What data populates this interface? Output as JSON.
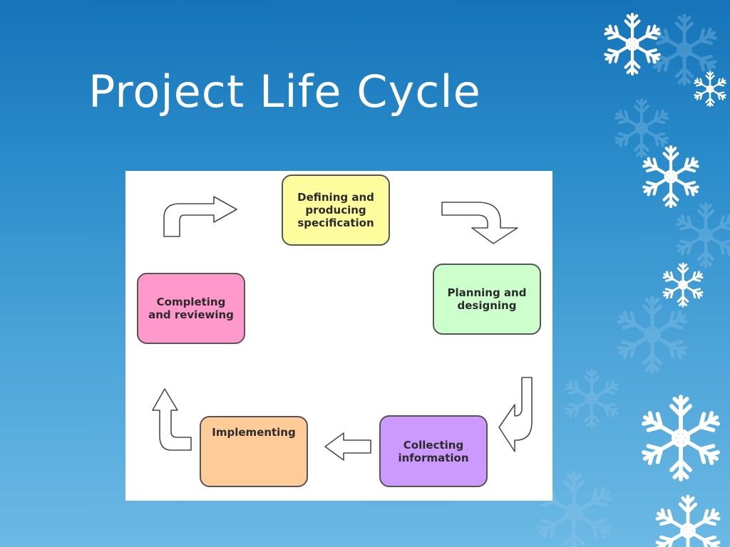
{
  "slide": {
    "title": "Project Life Cycle"
  },
  "diagram": {
    "stages": [
      {
        "id": "defining",
        "label": "Defining and\nproducing\nspecification",
        "color": "#fdfd9e"
      },
      {
        "id": "planning",
        "label": "Planning and\ndesigning",
        "color": "#ccffcc"
      },
      {
        "id": "collecting",
        "label": "Collecting\ninformation",
        "color": "#cc99ff"
      },
      {
        "id": "implementing",
        "label": "Implementing",
        "color": "#ffcc99"
      },
      {
        "id": "completing",
        "label": "Completing\nand reviewing",
        "color": "#ff99cc"
      }
    ]
  },
  "theme": {
    "background_top": "#1673b8",
    "background_bottom": "#6bb9e4",
    "title_color": "#ffffff",
    "decoration": "snowflake-icons"
  }
}
